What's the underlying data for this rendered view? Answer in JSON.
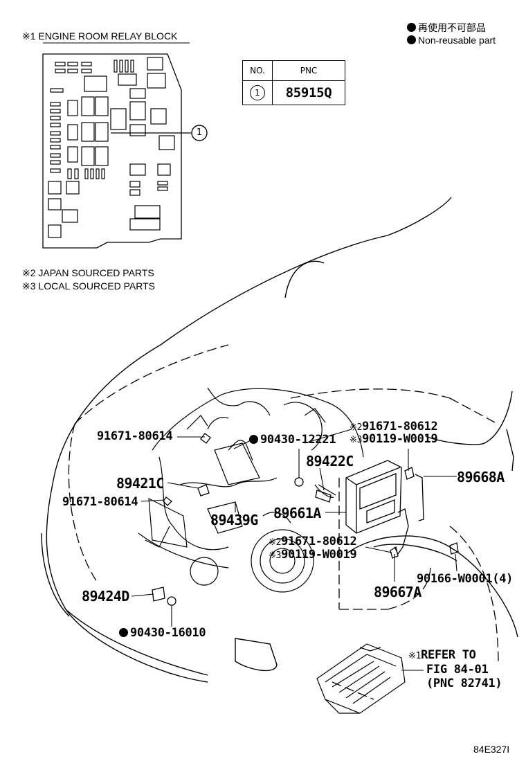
{
  "legend": {
    "non_reusable_jp": "再使用不可部品",
    "non_reusable_en": "Non-reusable part"
  },
  "relay_block": {
    "mark": "※1",
    "title": "ENGINE ROOM RELAY BLOCK",
    "callout": "1"
  },
  "pnc_table": {
    "col_no": "NO.",
    "col_pnc": "PNC",
    "row_no": "1",
    "row_pnc": "85915Q"
  },
  "notes": [
    {
      "mark": "※2",
      "text": "JAPAN SOURCED PARTS"
    },
    {
      "mark": "※3",
      "text": "LOCAL SOURCED PARTS"
    }
  ],
  "parts": {
    "p_91671_80614_a": "91671-80614",
    "p_90430_12221": "90430-12221",
    "p_91671_80612_a_mark": "※2",
    "p_91671_80612_a": "91671-80612",
    "p_90119_w0019_a_mark": "※3",
    "p_90119_w0019_a": "90119-W0019",
    "p_89422c": "89422C",
    "p_89668a": "89668A",
    "p_89421c": "89421C",
    "p_91671_80614_b": "91671-80614",
    "p_89439g": "89439G",
    "p_89661a": "89661A",
    "p_91671_80612_b_mark": "※2",
    "p_91671_80612_b": "91671-80612",
    "p_90119_w0019_b_mark": "※3",
    "p_90119_w0019_b": "90119-W0019",
    "p_90166_w0001": "90166-W0001(4)",
    "p_89424d": "89424D",
    "p_89667a": "89667A",
    "p_90430_16010": "90430-16010"
  },
  "refer": {
    "mark": "※1",
    "line1": "REFER TO",
    "line2": "FIG 84-01",
    "line3": "(PNC 82741)"
  },
  "figure_id": "84E327I"
}
